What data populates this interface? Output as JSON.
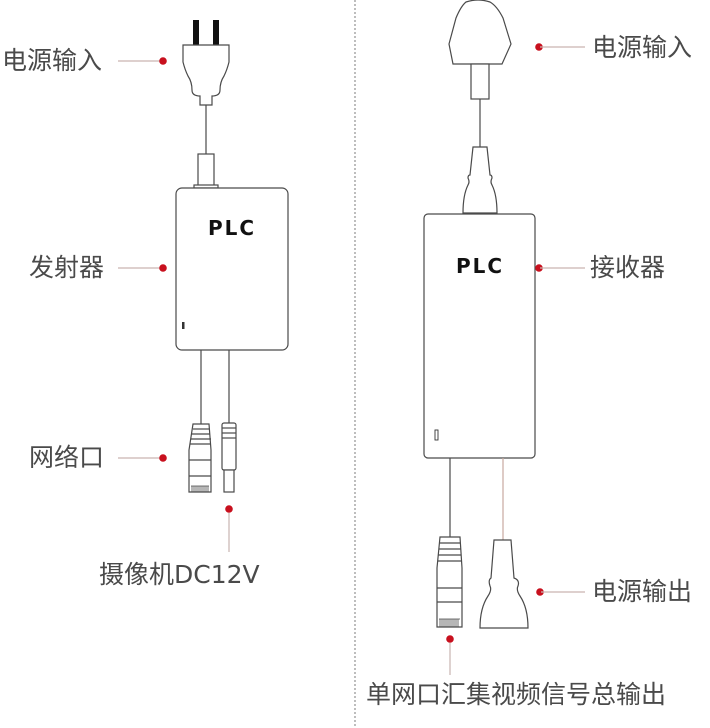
{
  "colors": {
    "accent_dot": "#c8101e",
    "leader_line": "#c9b5b0",
    "stroke": "#4a4a4a",
    "text": "#4a4a4a",
    "divider": "#9a9a9a"
  },
  "transmitter": {
    "brand": "PLC",
    "labels": {
      "power_input": "电源输入",
      "device": "发射器",
      "network_port": "网络口",
      "camera_dc": "摄像机DC12V"
    }
  },
  "receiver": {
    "brand": "PLC",
    "labels": {
      "power_input": "电源输入",
      "device": "接收器",
      "power_output": "电源输出",
      "video_output": "单网口汇集视频信号总输出"
    }
  }
}
